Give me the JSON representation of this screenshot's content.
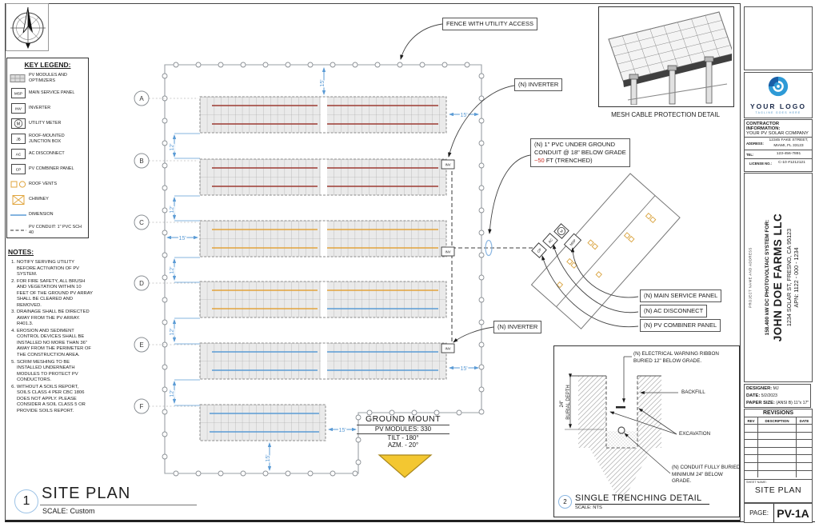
{
  "legend": {
    "title": "KEY LEGEND:",
    "items": [
      {
        "label": "PV MODULES AND OPTIMIZERS"
      },
      {
        "tag": "MSP",
        "label": "MAIN SERVICE PANEL"
      },
      {
        "tag": "INV",
        "label": "INVERTER"
      },
      {
        "tag": "M",
        "label": "UTILITY METER"
      },
      {
        "tag": "JB",
        "label": "ROOF-MOUNTED JUNCTION BOX"
      },
      {
        "tag": "AC",
        "label": "AC DISCONNECT"
      },
      {
        "tag": "CP",
        "label": "PV COMBINER PANEL"
      },
      {
        "label": "ROOF VENTS"
      },
      {
        "label": "CHIMNEY"
      },
      {
        "label": "DIMENSION"
      },
      {
        "label": "PV CONDUIT: 1\" PVC SCH 40"
      }
    ]
  },
  "notes": {
    "title": "NOTES:",
    "items": [
      {
        "num": "1.",
        "text": "NOTIFY SERVING UTILITY BEFORE ACTIVATION OF PV SYSTEM."
      },
      {
        "num": "2.",
        "text": "FOR FIRE SAFETY, ALL BRUSH AND VEGETATION WITHIN 10 FEET OF THE GROUND PV ARRAY SHALL BE CLEARED AND REMOVED."
      },
      {
        "num": "3.",
        "text": "DRAINAGE SHALL BE DIRECTED AWAY FROM THE PV ARRAY. R401.3."
      },
      {
        "num": "4.",
        "text": "EROSION AND SEDIMENT CONTROL DEVICES SHALL BE INSTALLED NO MORE THAN 36\" AWAY FROM THE PERIMETER OF THE CONSTRUCTION AREA."
      },
      {
        "num": "5.",
        "text": "SCRIM MESHING TO BE INSTALLED UNDERNEATH MODULES TO PROTECT PV CONDUCTORS."
      },
      {
        "num": "6.",
        "text": "WITHOUT A SOILS REPORT, SOILS CLASS 4 PER CBC 1806 DOES NOT APPLY. PLEASE CONSIDER A SOIL CLASS 5 OR PROVIDE SOILS REPORT."
      }
    ]
  },
  "plan": {
    "row_labels": [
      "A",
      "B",
      "C",
      "D",
      "E",
      "F"
    ],
    "dims": {
      "fifteen": "15'",
      "twelve": "12'"
    },
    "tags": {
      "inv": "INV",
      "cp": "CP",
      "ac": "AC",
      "m": "M",
      "msp": "MSP"
    },
    "callouts": {
      "fence": "FENCE WITH UTILITY ACCESS",
      "inverter": "(N) INVERTER",
      "pvc_line1": "(N)  1\" PVC UNDER GROUND",
      "pvc_line2": "CONDUIT @ 18\" BELOW GRADE",
      "pvc_red": "~50",
      "pvc_line3": " FT (TRENCHED)",
      "msp": "(N) MAIN SERVICE PANEL",
      "ac": "(N) AC DISCONNECT",
      "cp": "(N) PV COMBINER PANEL"
    },
    "ground_mount": {
      "title": "GROUND MOUNT",
      "modules": "PV MODULES: 330",
      "tilt": "TILT - 180°",
      "azm": "AZM. - 20°"
    }
  },
  "mesh_detail": {
    "caption": "MESH CABLE PROTECTION DETAIL"
  },
  "trench_detail": {
    "number": "2",
    "title": "SINGLE TRENCHING DETAIL",
    "scale": "SCALE: NTS",
    "ribbon": "(N) ELECTRICAL WARNING RIBBON BURIED 12\" BELOW GRADE.",
    "backfill": "BACKFILL",
    "excavation": "EXCAVATION",
    "conduit": "(N)  CONDUIT FULLY BURIED MINIMUM 24\" BELOW GRADE.",
    "depth": "24\"",
    "burial": "BURIAL DEPTH"
  },
  "view_title": {
    "number": "1",
    "title": "SITE PLAN",
    "scale": "SCALE: Custom"
  },
  "titleblock": {
    "logo_name": "YOUR LOGO",
    "logo_tagline": "TAGLINE GOES HERE",
    "contractor_heading": "CONTRACTOR INFORMATION:",
    "contractor_name": "YOUR PV SOLAR COMPANY",
    "address_label": "ADDRESS:",
    "address_value": "12345 FAKE STREET, MIAMI, FL 33123",
    "tel_label": "TEL:",
    "tel_value": "123-456-7891",
    "license_label": "LICENSE NO.:",
    "license_value": "C-10 #1212121",
    "project_side_label": "PROJECT NAME AND ADDRESS",
    "project_for": "158.400 kW DC PHOTOVOLTAIC SYSTEM FOR:",
    "project_name": "JOHN DOE FARMS LLC",
    "project_address": "1234 SOLAR ST, FRESNO, CA 95123",
    "project_apn": "APN: 1122 - 000 - 1234",
    "designer_label": "DESIGNER:",
    "designer_value": "MJ",
    "date_label": "DATE:",
    "date_value": "5/2/2023",
    "paper_label": "PAPER SIZE:",
    "paper_value": "(ANSI B) 11\"x 17\"",
    "revisions_title": "REVISIONS",
    "rev_col": "REV",
    "desc_col": "DESCRIPTION",
    "date_col": "DATE",
    "sheet_label": "SHEET NAME:",
    "sheet_name": "SITE PLAN",
    "page_label": "PAGE:",
    "page_number": "PV-1A"
  }
}
